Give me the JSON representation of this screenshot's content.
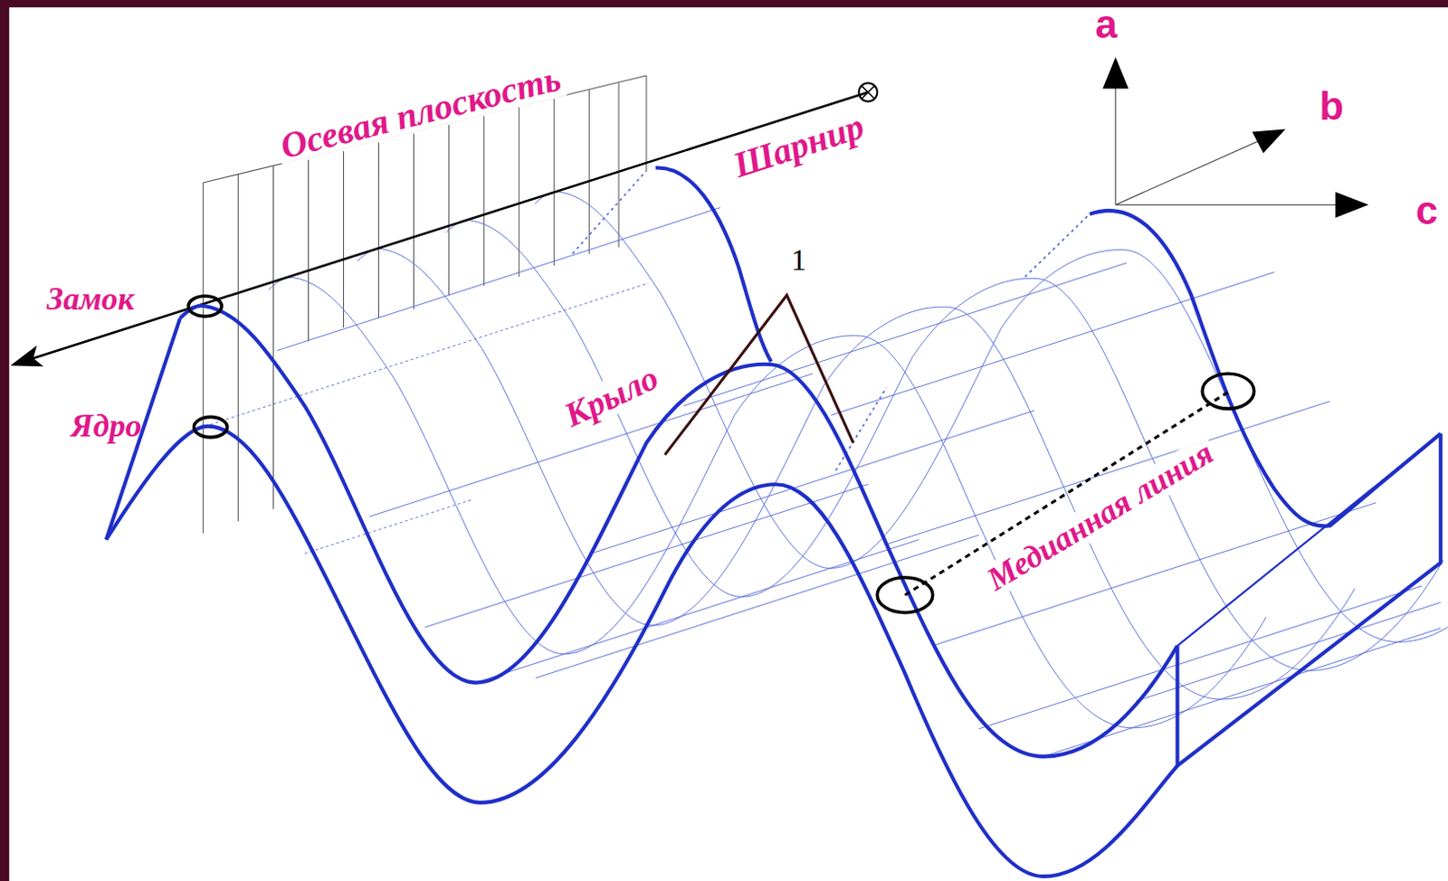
{
  "diagram": {
    "labels": [
      "Осевая плоскость",
      "Шарнир",
      "a",
      "b",
      "c",
      "1",
      "Замок",
      "Ядро",
      "Крыло",
      "Медианная линия"
    ]
  }
}
